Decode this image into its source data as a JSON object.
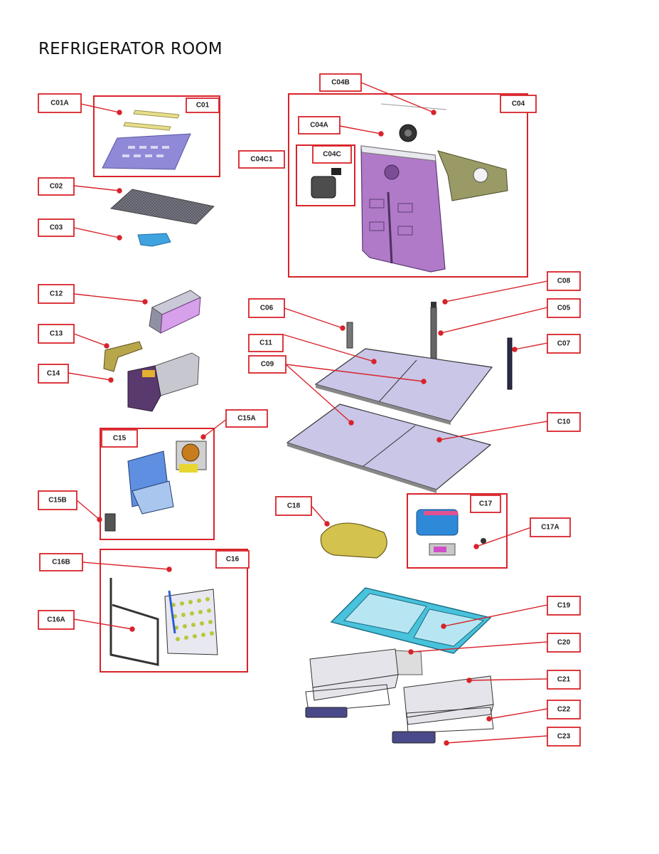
{
  "title": "REFRIGERATOR ROOM",
  "colors": {
    "leader": "#d8232a",
    "frame": "#d8232a"
  },
  "parts": {
    "C01A": "C01A",
    "C01": "C01",
    "C02": "C02",
    "C03": "C03",
    "C04B": "C04B",
    "C04": "C04",
    "C04A": "C04A",
    "C04C1": "C04C1",
    "C04C": "C04C",
    "C12": "C12",
    "C13": "C13",
    "C14": "C14",
    "C06": "C06",
    "C08": "C08",
    "C05": "C05",
    "C11": "C11",
    "C07": "C07",
    "C09": "C09",
    "C15A": "C15A",
    "C15": "C15",
    "C10": "C10",
    "C15B": "C15B",
    "C18": "C18",
    "C17": "C17",
    "C17A": "C17A",
    "C16B": "C16B",
    "C16": "C16",
    "C16A": "C16A",
    "C19": "C19",
    "C20": "C20",
    "C21": "C21",
    "C22": "C22",
    "C23": "C23"
  }
}
